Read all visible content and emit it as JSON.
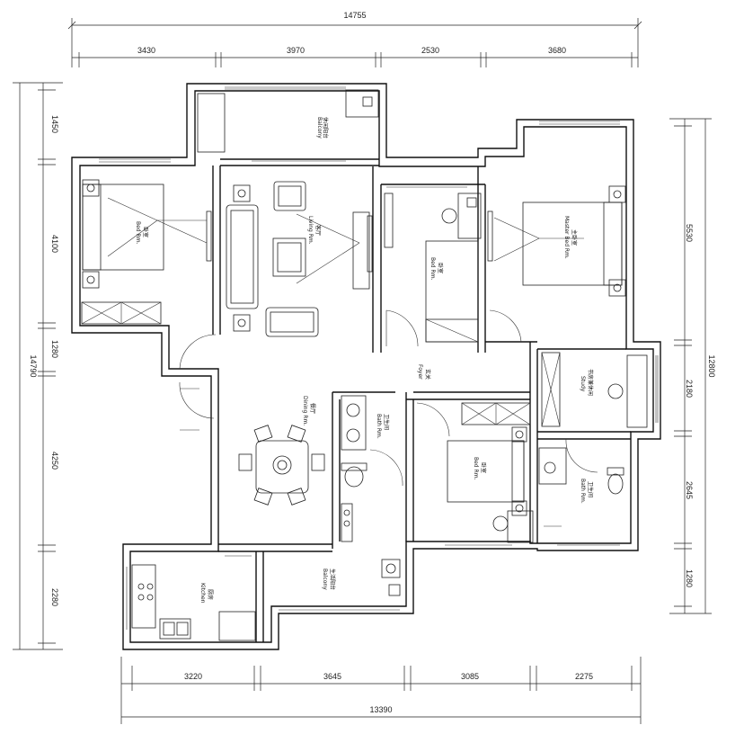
{
  "dimensions": {
    "top_total": "14755",
    "top_segments": [
      "3430",
      "3970",
      "2530",
      "3680"
    ],
    "bottom_total": "13390",
    "bottom_segments": [
      "3220",
      "3645",
      "3085",
      "2275"
    ],
    "left_total": "14790",
    "left_segments": [
      "1450",
      "4100",
      "1280",
      "4250",
      "2280"
    ],
    "right_total": "12800",
    "right_segments": [
      "5530",
      "2180",
      "2645",
      "1280"
    ]
  },
  "rooms": {
    "balcony_top": {
      "cn": "休闲阳台",
      "en": "Balcony"
    },
    "bed_left": {
      "cn": "卧室",
      "en": "Bed Rm."
    },
    "living": {
      "cn": "客厅",
      "en": "Living Rm."
    },
    "bed_mid": {
      "cn": "卧室",
      "en": "Bed Rm."
    },
    "master_bed": {
      "cn": "主卧室",
      "en": "Master Bed Rm."
    },
    "study": {
      "cn": "书房兼休闲",
      "en": "Study"
    },
    "foyer": {
      "cn": "玄关",
      "en": "Foyer"
    },
    "dining": {
      "cn": "餐厅",
      "en": "Dining Rm."
    },
    "bath_a": {
      "cn": "卫生间",
      "en": "Bath Rm."
    },
    "bed_lower": {
      "cn": "卧室",
      "en": "Bed Rm."
    },
    "bath_b": {
      "cn": "卫生间",
      "en": "Bath Rm."
    },
    "kitchen": {
      "cn": "厨房",
      "en": "Kitchen"
    },
    "balcony_bottom": {
      "cn": "生活阳台",
      "en": "Balcony"
    }
  }
}
